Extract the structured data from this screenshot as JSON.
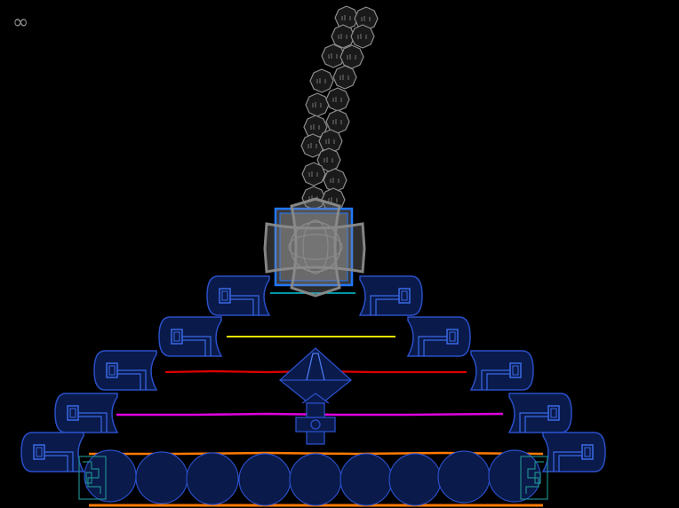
{
  "hud": {
    "lives_symbol": "∞",
    "lives_icon": "infinity-icon"
  },
  "colors": {
    "background": "#000000",
    "block_fill": "#0a1a4a",
    "block_stroke": "#2a4fc8",
    "selection": "#2277ff",
    "cloud": "#8c8c8c",
    "row_lines": [
      "#00c8d8",
      "#e8e800",
      "#e00000",
      "#e000e0",
      "#ff7a00"
    ],
    "floor_line": "#ff7a00",
    "teal_pillar": "#1e8a8a"
  },
  "scene": {
    "cloud_column_puffs": 22,
    "pyramid_tiers": 5,
    "floor_orbs": 9,
    "spinner_state": "active",
    "selected_block": "falling-square-block"
  }
}
